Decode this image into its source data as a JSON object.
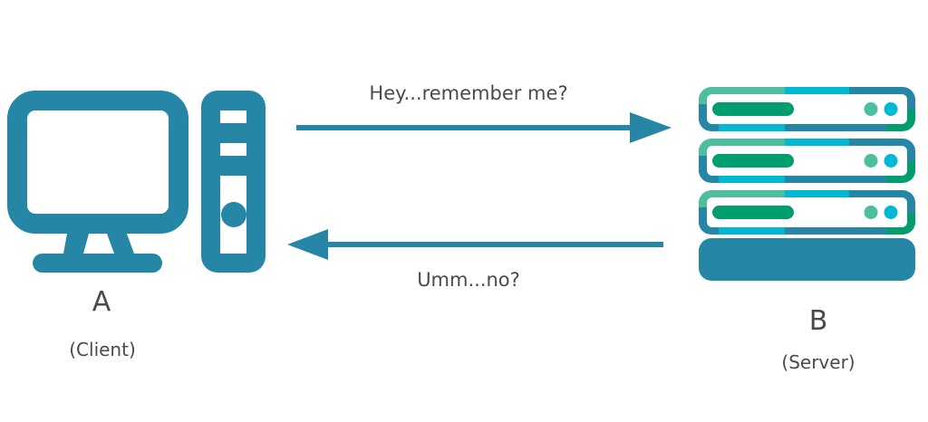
{
  "messages": {
    "request": "Hey...remember me?",
    "response": "Umm...no?"
  },
  "client": {
    "letter": "A",
    "role": "(Client)",
    "icon": "desktop-computer-icon"
  },
  "server": {
    "letter": "B",
    "role": "(Server)",
    "icon": "server-rack-icon"
  },
  "colors": {
    "primary": "#2586A6",
    "teal_green": "#4DBF9E",
    "cyan": "#00B8D4",
    "green": "#009E6E",
    "text": "#4a4a4a"
  }
}
